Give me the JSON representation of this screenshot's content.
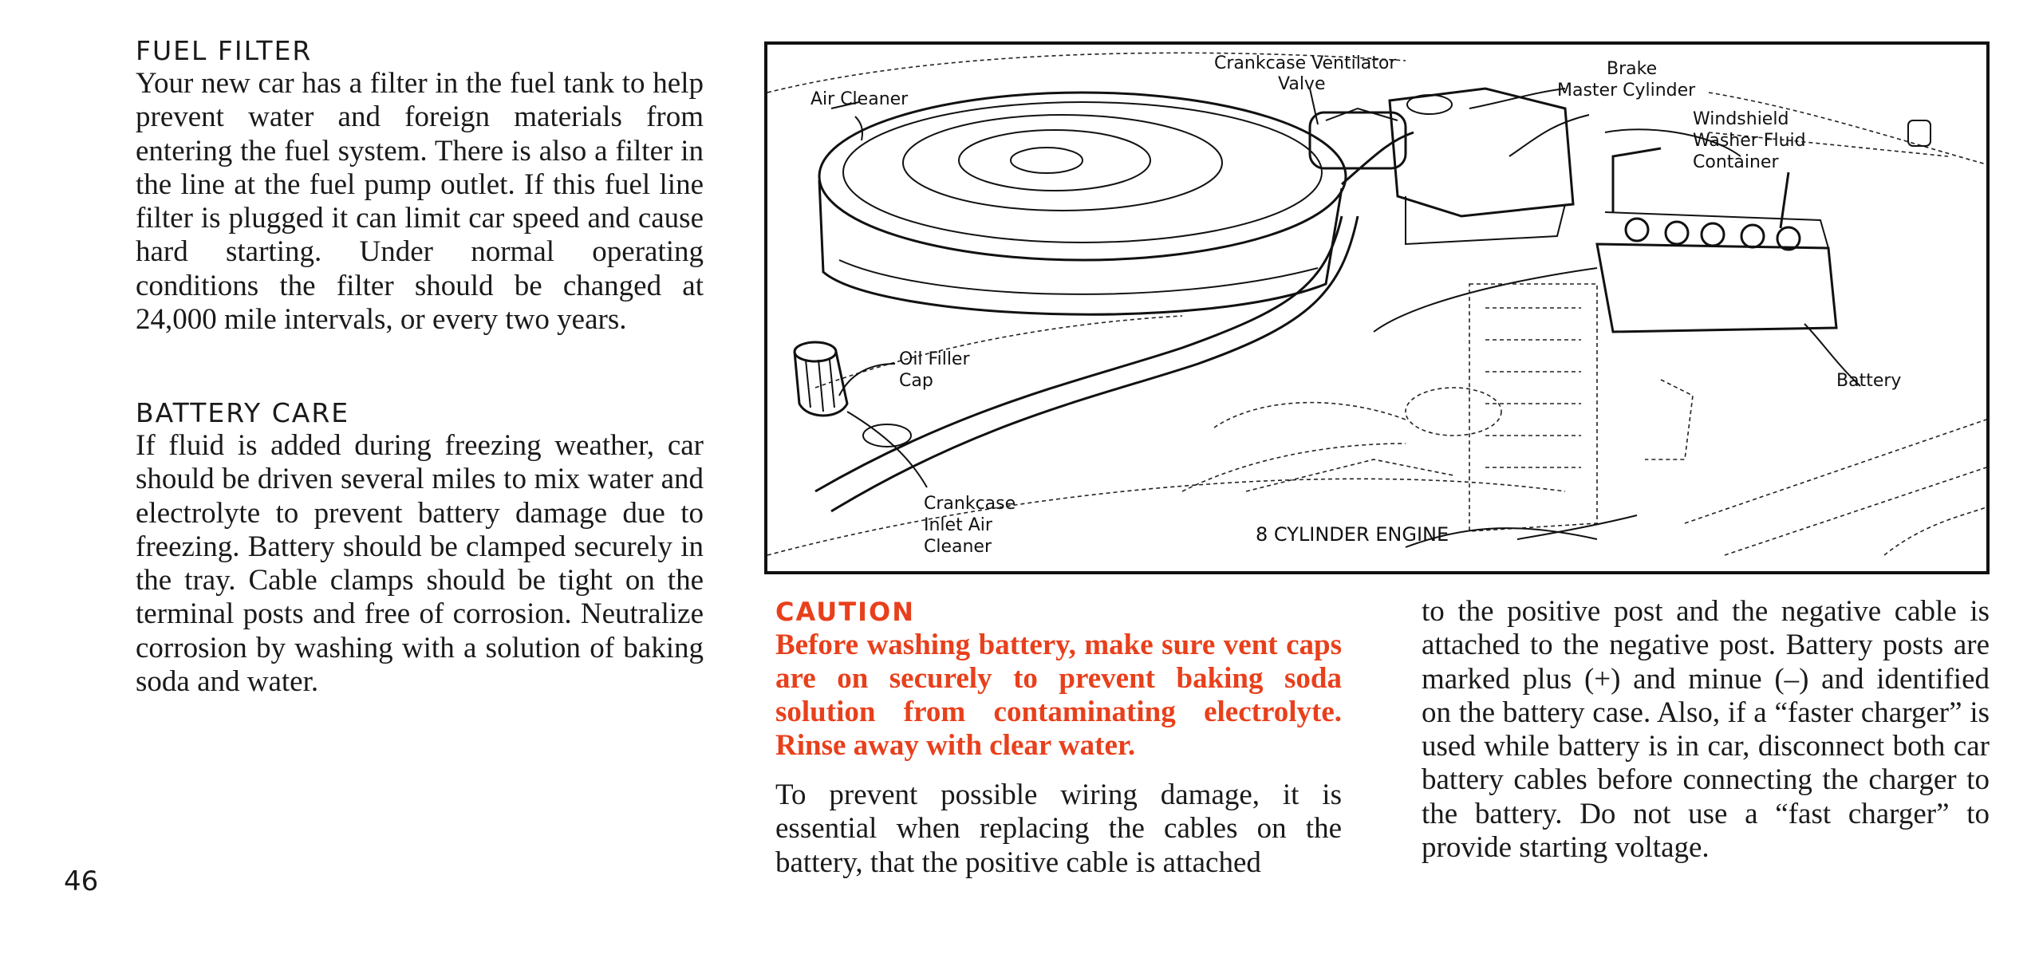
{
  "fuel_filter": {
    "heading": "FUEL FILTER",
    "body": "Your new car has a filter in the fuel tank to help prevent water and foreign materials from entering the fuel system. There is also a filter in the line at the fuel pump outlet. If this fuel line filter is plugged it can limit car speed and cause hard starting. Under normal operating conditions the filter should be changed at 24,000 mile intervals, or every two years."
  },
  "battery_care": {
    "heading": "BATTERY CARE",
    "body": "If fluid is added during freezing weather, car should be driven several miles to mix water and electrolyte to prevent battery damage due to freezing. Battery should be clamped securely in the tray. Cable clamps should be tight on the terminal posts and free of corrosion. Neutralize corrosion by washing with a solution of baking soda and water."
  },
  "page_number": "46",
  "figure": {
    "labels": {
      "air_cleaner": "Air Cleaner",
      "crankcase_ventilator_1": "Crankcase Ventilator",
      "crankcase_ventilator_2": "Valve",
      "brake_1": "Brake",
      "brake_2": "Master Cylinder",
      "washer_1": "Windshield",
      "washer_2": "Washer Fluid",
      "washer_3": "Container",
      "oil_filler_1": "Oil Filler",
      "oil_filler_2": "Cap",
      "battery": "Battery",
      "crankcase_inlet_1": "Crankcase",
      "crankcase_inlet_2": "Inlet Air",
      "crankcase_inlet_3": "Cleaner",
      "engine": "8 CYLINDER ENGINE"
    }
  },
  "caution": {
    "heading": "CAUTION",
    "body": "Before washing battery, make sure vent caps are on securely to prevent baking soda solution from contaminating electrolyte. Rinse away with clear water."
  },
  "cables": {
    "body_start": "To prevent possible wiring damage, it is essential when replacing the cables on the battery, that the positive cable is attached",
    "body_end": "to the positive post and the negative cable is attached to the negative post. Battery posts are marked plus (+) and minue (–) and identified on the battery case. Also, if a “faster charger” is used while battery is in car, disconnect both car battery cables before connecting the charger to the battery. Do not use a “fast charger” to provide starting voltage."
  },
  "colors": {
    "text": "#1a1a1a",
    "caution": "#e8401c"
  }
}
